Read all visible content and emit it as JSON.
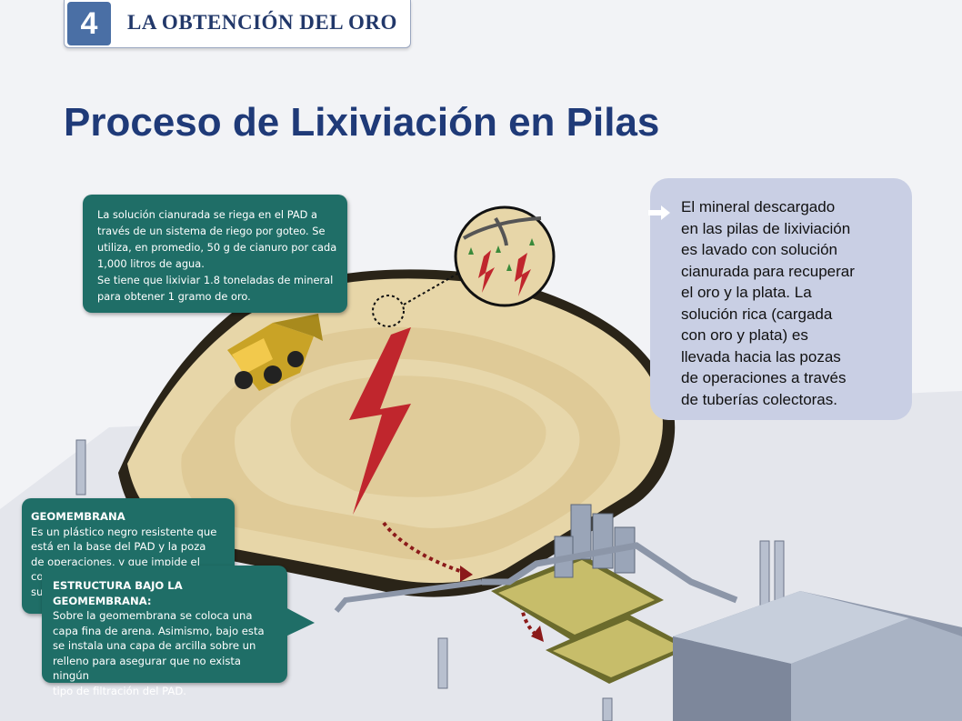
{
  "header": {
    "number": "4",
    "title": "LA OBTENCIÓN DEL ORO"
  },
  "title": "Proceso de Lixiviación en Pilas",
  "callouts": {
    "riego": {
      "line1": "La solución cianurada se riega en el PAD a",
      "line2": "través de un sistema de riego por goteo. Se",
      "line3": "utiliza, en promedio, 50 g de cianuro por cada",
      "line4": "1,000 litros de agua.",
      "line5": "Se tiene que lixiviar 1.8 toneladas de mineral",
      "line6": "para obtener 1 gramo de oro."
    },
    "geomembrana": {
      "heading": "GEOMEMBRANA",
      "line1": "Es un plástico negro resistente que",
      "line2": "está en la base del PAD y la poza",
      "line3": "de operaciones, y que impide el",
      "line4": "co",
      "line5": "su"
    },
    "estructura": {
      "heading": "ESTRUCTURA BAJO LA GEOMEMBRANA:",
      "line1": "Sobre la geomembrana se coloca una",
      "line2": "capa fina de arena. Asimismo, bajo esta",
      "line3": "se instala una capa de arcilla sobre un",
      "line4": "relleno para asegurar que no exista ningún",
      "line5": "tipo de filtración del PAD."
    }
  },
  "info_box": {
    "line1": "El mineral descargado",
    "line2": "en las pilas de lixiviación",
    "line3": "es lavado con solución",
    "line4": "cianurada para recuperar",
    "line5": "el oro y la plata. La",
    "line6": "solución rica (cargada",
    "line7": "con oro y plata) es",
    "line8": "llevada hacia las pozas",
    "line9": "de operaciones a través",
    "line10": "de tuberías colectoras."
  },
  "colors": {
    "title": "#1f3a78",
    "callout_bg": "#1f6e67",
    "info_bg": "#c9cfe4",
    "bolt": "#c0262d",
    "heap": "#e7d6a8"
  },
  "icons": [
    "arrow-right-icon",
    "lightning-bolt-icon",
    "magnifier-circle-icon"
  ]
}
